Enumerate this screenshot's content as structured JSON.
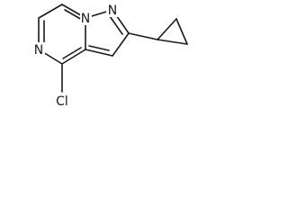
{
  "molecule": {
    "atoms": {
      "n_top": "N",
      "n_bridge": "N",
      "n_left": "N",
      "cl": "Cl"
    },
    "colors": {
      "bond": "#1a1a1a",
      "label": "#1a1a1a",
      "background": "#ffffff"
    }
  }
}
